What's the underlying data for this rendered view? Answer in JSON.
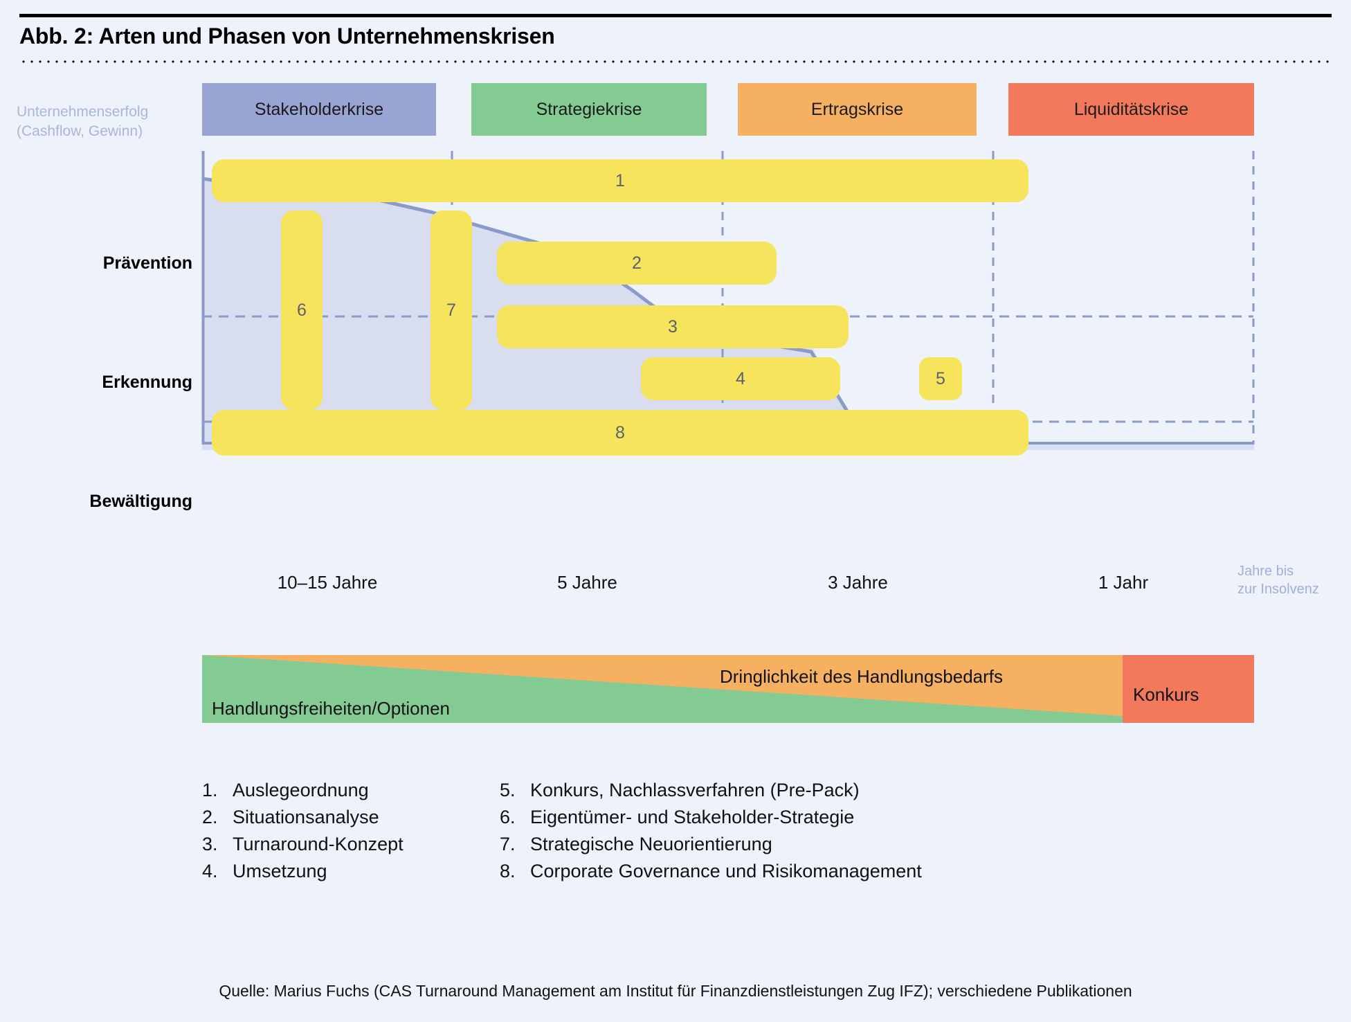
{
  "figure": {
    "title": "Abb. 2: Arten und Phasen von Unternehmenskrisen",
    "source": "Quelle: Marius Fuchs (CAS Turnaround Management am Institut für Finanzdienstleistungen Zug IFZ); verschiedene Publikationen"
  },
  "axes": {
    "y_caption_line1": "Unternehmenserfolg",
    "y_caption_line2": "(Cashflow, Gewinn)",
    "y_labels": [
      "Prävention",
      "Erkennung",
      "Bewältigung"
    ],
    "x_caption_line1": "Jahre bis",
    "x_caption_line2": "zur Insolvenz",
    "x_labels": [
      "10–15 Jahre",
      "5 Jahre",
      "3 Jahre",
      "1 Jahr"
    ]
  },
  "phases": [
    {
      "label": "Stakeholderkrise",
      "color": "#98a5d4"
    },
    {
      "label": "Strategiekrise",
      "color": "#84cb93"
    },
    {
      "label": "Ertragskrise",
      "color": "#f6b061"
    },
    {
      "label": "Liquiditätskrise",
      "color": "#f2795c"
    }
  ],
  "band": {
    "options_label": "Handlungsfreiheiten/Optionen",
    "urgency_label": "Dringlichkeit des Handlungsbedarfs",
    "konkurs_label": "Konkurs",
    "green": "#84cb93",
    "orange": "#f6b061",
    "red": "#f2795c"
  },
  "legend": {
    "left": [
      {
        "num": "1.",
        "text": "Auslegeordnung"
      },
      {
        "num": "2.",
        "text": "Situationsanalyse"
      },
      {
        "num": "3.",
        "text": "Turnaround-Konzept"
      },
      {
        "num": "4.",
        "text": "Umsetzung"
      }
    ],
    "right": [
      {
        "num": "5.",
        "text": "Konkurs, Nachlassverfahren (Pre-Pack)"
      },
      {
        "num": "6.",
        "text": "Eigentümer- und Stakeholder-Strategie"
      },
      {
        "num": "7.",
        "text": "Strategische Neuorientierung"
      },
      {
        "num": "8.",
        "text": "Corporate Governance und Risikomanagement"
      }
    ]
  },
  "chart_data": {
    "type": "table",
    "title": "Arten und Phasen von Unternehmenskrisen",
    "xlabel": "Jahre bis zur Insolvenz",
    "ylabel": "Unternehmenserfolg (Cashflow, Gewinn)",
    "x_ticks": [
      "10–15 Jahre",
      "5 Jahre",
      "3 Jahre",
      "1 Jahr"
    ],
    "y_ticks": [
      "Prävention",
      "Erkennung",
      "Bewältigung"
    ],
    "grid": true,
    "legend_position": "bottom",
    "measures": [
      {
        "id": "1",
        "label": "Auslegeordnung",
        "row": "Prävention",
        "x_from": "10–15 Jahre",
        "x_to": "1 Jahr"
      },
      {
        "id": "2",
        "label": "Situationsanalyse",
        "row": "Erkennung",
        "x_from": "5 Jahre",
        "x_to": "3 Jahre"
      },
      {
        "id": "3",
        "label": "Turnaround-Konzept",
        "row": "Erkennung",
        "x_from": "5 Jahre",
        "x_to": "1 Jahr"
      },
      {
        "id": "4",
        "label": "Umsetzung",
        "row": "Bewältigung",
        "x_from": "3 Jahre",
        "x_to": "1 Jahr"
      },
      {
        "id": "5",
        "label": "Konkurs, Nachlassverfahren (Pre-Pack)",
        "row": "Bewältigung",
        "x_from": "1 Jahr",
        "x_to": "1 Jahr"
      },
      {
        "id": "6",
        "label": "Eigentümer- und Stakeholder-Strategie",
        "row": "Prävention–Bewältigung",
        "x_from": "10–15 Jahre",
        "x_to": "10–15 Jahre"
      },
      {
        "id": "7",
        "label": "Strategische Neuorientierung",
        "row": "Prävention–Bewältigung",
        "x_from": "5 Jahre",
        "x_to": "5 Jahre"
      },
      {
        "id": "8",
        "label": "Corporate Governance und Risikomanagement",
        "row": "Bewältigung",
        "x_from": "10–15 Jahre",
        "x_to": "1 Jahr"
      }
    ],
    "success_curve": {
      "name": "Unternehmenserfolg",
      "color": "#8a9bc9",
      "points": [
        [
          0,
          100
        ],
        [
          38,
          82
        ],
        [
          46,
          76
        ],
        [
          55,
          62
        ],
        [
          78,
          25
        ],
        [
          82,
          18
        ],
        [
          100,
          0
        ]
      ]
    }
  }
}
